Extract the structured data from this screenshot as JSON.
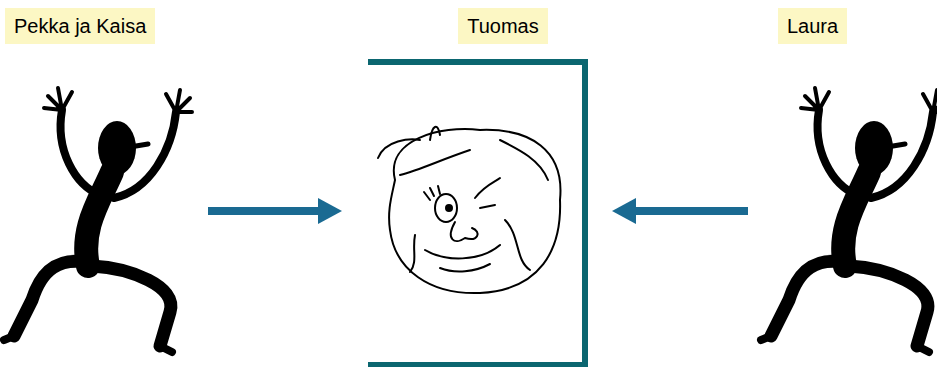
{
  "diagram": {
    "nodes": [
      {
        "text": [
          "Pekka ja Kaisa"
        ]
      },
      {
        "text": [
          "Tuomas"
        ]
      },
      {
        "text": [
          "Laura"
        ]
      }
    ],
    "edges": [
      {
        "from": 0,
        "to": 1,
        "arrow": "to"
      },
      {
        "from": 2,
        "to": 1,
        "arrow": "to"
      }
    ]
  }
}
